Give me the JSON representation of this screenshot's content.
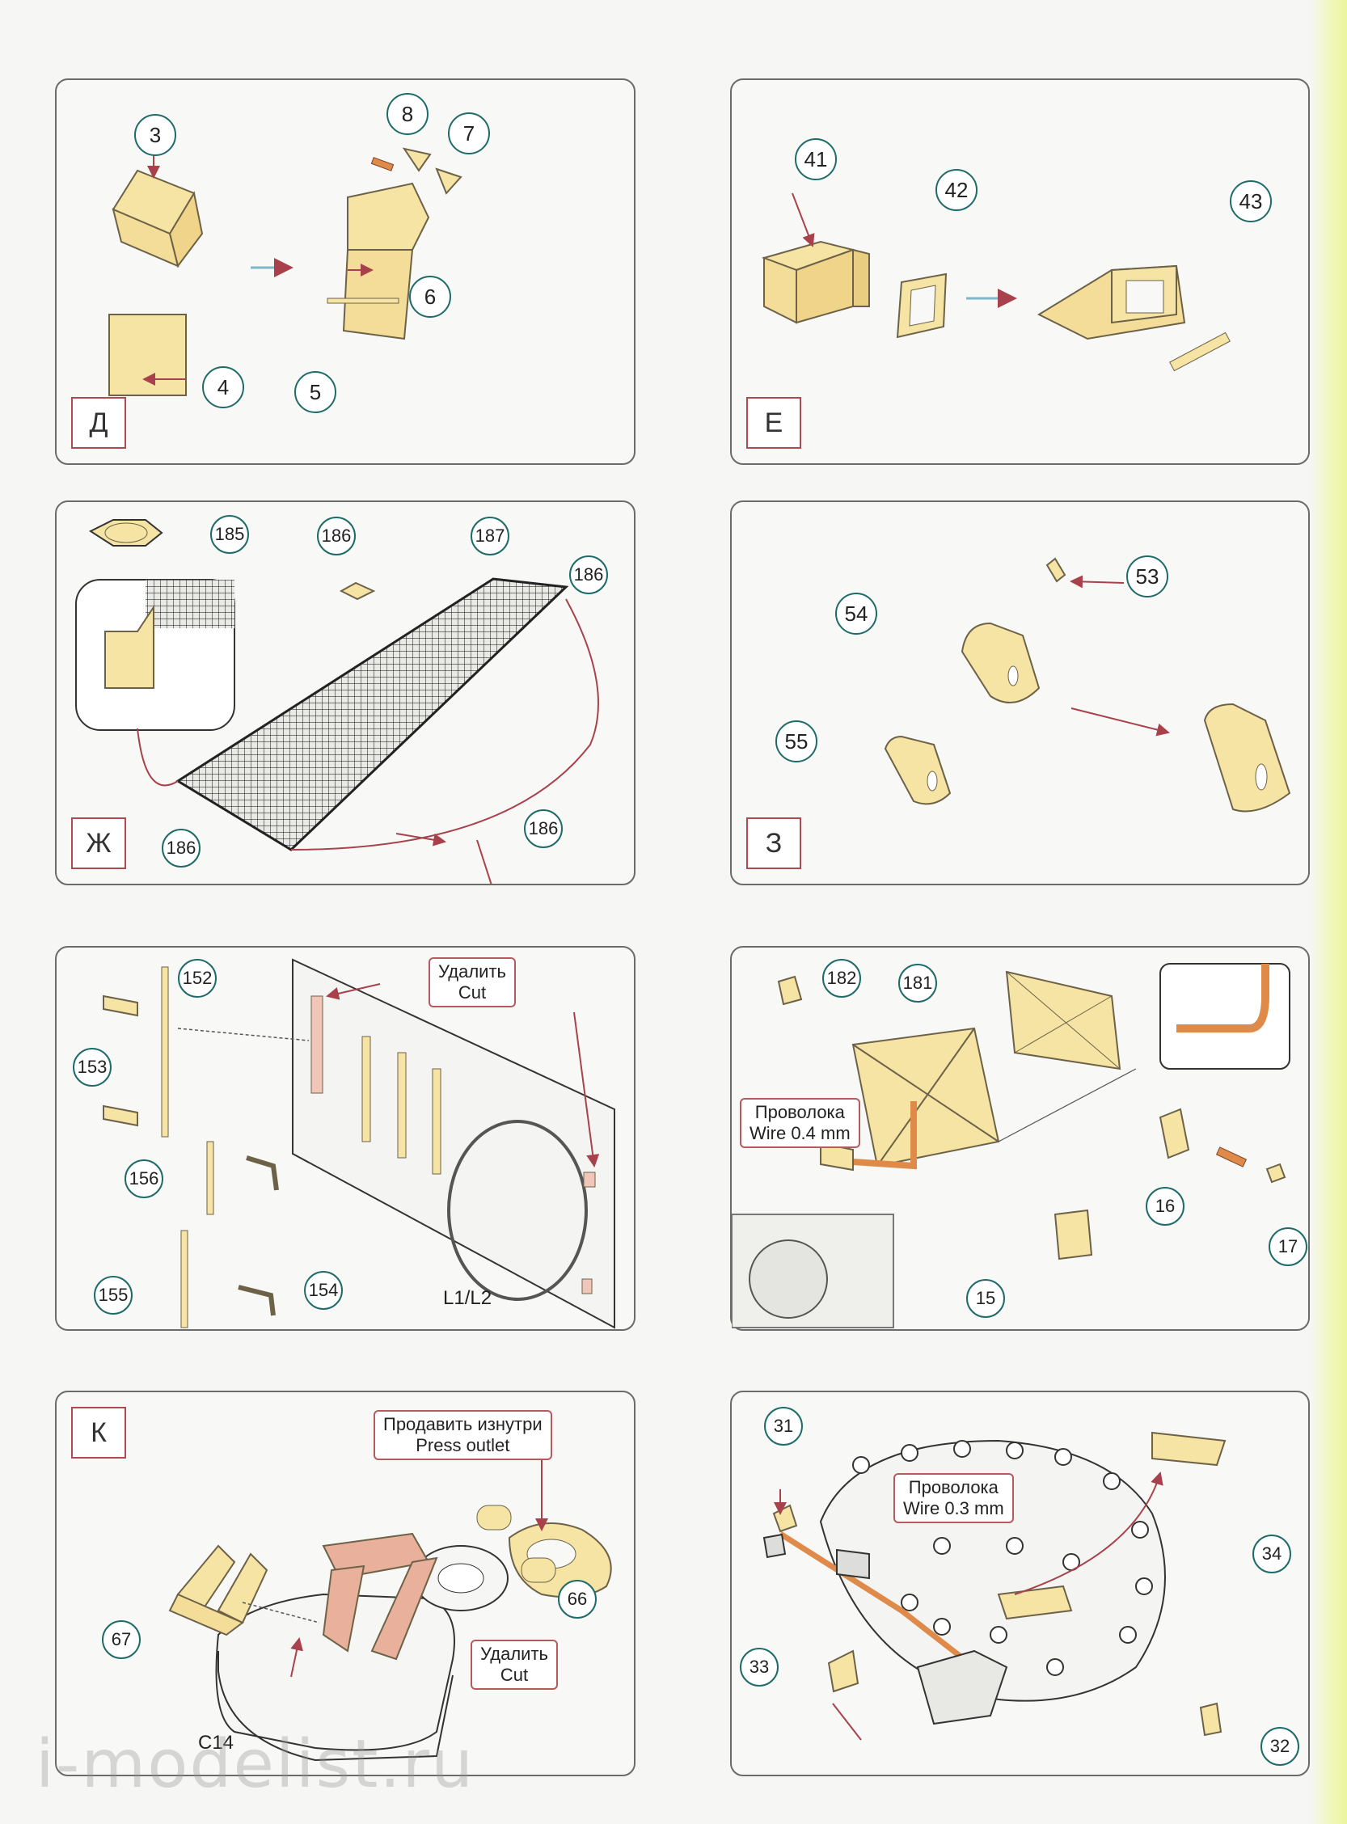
{
  "panels": {
    "d": {
      "letter": "Д",
      "callouts": [
        "3",
        "8",
        "7",
        "6",
        "4",
        "5"
      ]
    },
    "e": {
      "letter": "Е",
      "callouts": [
        "41",
        "42",
        "43"
      ]
    },
    "zh": {
      "letter": "Ж",
      "callouts": [
        "185",
        "186",
        "187",
        "186",
        "186",
        "186"
      ]
    },
    "z": {
      "letter": "З",
      "callouts": [
        "53",
        "54",
        "55"
      ]
    },
    "i": {
      "callouts": [
        "152",
        "153",
        "156",
        "155",
        "154"
      ],
      "note_ru": "Удалить",
      "note_en": "Cut",
      "part_label": "L1/L2"
    },
    "j": {
      "callouts": [
        "182",
        "181",
        "16",
        "17",
        "15"
      ],
      "note_ru": "Проволока",
      "note_en": "Wire 0.4 mm"
    },
    "k": {
      "letter": "К",
      "callouts": [
        "67",
        "66"
      ],
      "note1_ru": "Продавить изнутри",
      "note1_en": "Press outlet",
      "note2_ru": "Удалить",
      "note2_en": "Cut",
      "part_label": "C14"
    },
    "l": {
      "callouts": [
        "31",
        "34",
        "33",
        "32"
      ],
      "note_ru": "Проволока",
      "note_en": "Wire 0.3 mm"
    }
  },
  "watermark": "i-modelist.ru",
  "colors": {
    "part": "#f6e4a4",
    "part_stroke": "#6d6248",
    "copper": "#e08a4a",
    "arrow": "#a8414b",
    "callout_ring": "#1f6b6a"
  }
}
